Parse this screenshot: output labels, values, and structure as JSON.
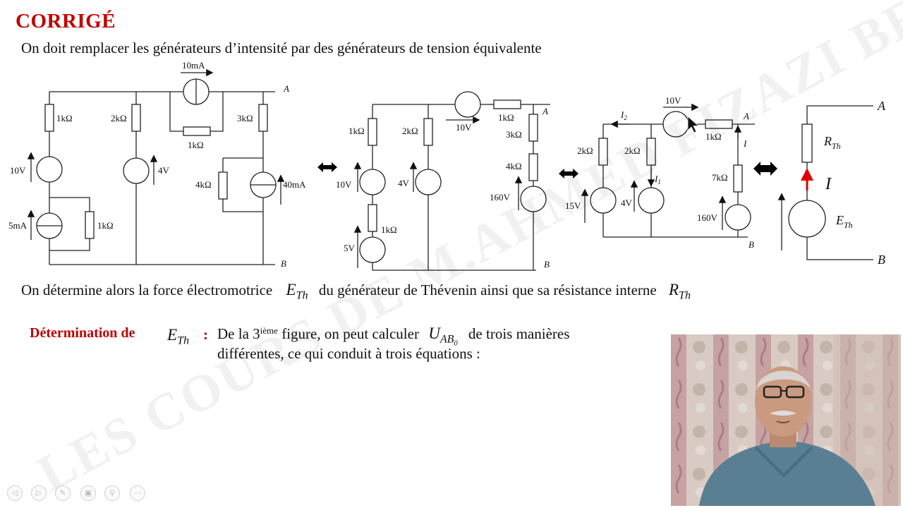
{
  "slide": {
    "title": "CORRIGÉ",
    "intro": "On doit remplacer les générateurs d’intensité par des générateurs de tension équivalente",
    "thevenin_line": {
      "before": "On détermine alors la force électromotrice",
      "eth_main": "E",
      "eth_sub": "Th",
      "middle": "du générateur de Thévenin ainsi que sa résistance interne",
      "rth_main": "R",
      "rth_sub": "Th"
    },
    "determination": {
      "label": "Détermination de",
      "symbol_main": "E",
      "symbol_sub": "Th",
      "colon": ":",
      "text_a": "De la 3",
      "text_sup": "ième",
      "text_b": "figure, on peut calculer",
      "u_main": "U",
      "u_sub": "AB",
      "u_subsub": "0",
      "text_c": "de trois manières",
      "text_line2": "différentes, ce qui conduit à trois équations :"
    },
    "watermark": "LES COURS DE M.AHMED FIZAZI BECHAR_DZ"
  },
  "circuits": {
    "c1": {
      "r_left_top": "1kΩ",
      "src_left": "10V",
      "isrc_left": "5mA",
      "r_left_bottom": "1kΩ",
      "r_mid": "2kΩ",
      "src_mid": "4V",
      "isrc_top": "10mA",
      "r_top": "1kΩ",
      "r_right": "3kΩ",
      "r_right_lower": "4kΩ",
      "isrc_right": "40mA",
      "node_a": "A",
      "node_b": "B"
    },
    "c2": {
      "r_left_top": "1kΩ",
      "src_left": "10V",
      "r_left_bottom": "1kΩ",
      "src_left_bottom": "5V",
      "r_mid": "2kΩ",
      "src_mid": "4V",
      "src_top": "10V",
      "r_top": "1kΩ",
      "r_right1": "3kΩ",
      "r_right2": "4kΩ",
      "src_right": "160V",
      "node_a": "A",
      "node_b": "B"
    },
    "c3": {
      "current_i2": "I",
      "current_i2_sub": "2",
      "r_left": "2kΩ",
      "src_left": "15V",
      "r_mid": "2kΩ",
      "current_i1": "I",
      "current_i1_sub": "1",
      "src_mid": "4V",
      "src_top": "10V",
      "r_top": "1kΩ",
      "current_i": "I",
      "r_right": "7kΩ",
      "src_right": "160V",
      "node_a": "A",
      "node_b": "B"
    },
    "c4": {
      "r_main": "R",
      "r_sub": "Th",
      "current": "I",
      "e_main": "E",
      "e_sub": "Th",
      "node_a": "A",
      "node_b": "B"
    }
  },
  "colors": {
    "title": "#c00000",
    "determination_label": "#c00000",
    "current_arrow": "#e00000",
    "equivalence_arrow": "#000000"
  },
  "player_controls": [
    {
      "icon": "previous-icon",
      "glyph": "◁"
    },
    {
      "icon": "next-icon",
      "glyph": "▷"
    },
    {
      "icon": "pen-icon",
      "glyph": "✎"
    },
    {
      "icon": "slides-icon",
      "glyph": "▣"
    },
    {
      "icon": "zoom-icon",
      "glyph": "⚲"
    },
    {
      "icon": "more-icon",
      "glyph": "⋯"
    }
  ]
}
